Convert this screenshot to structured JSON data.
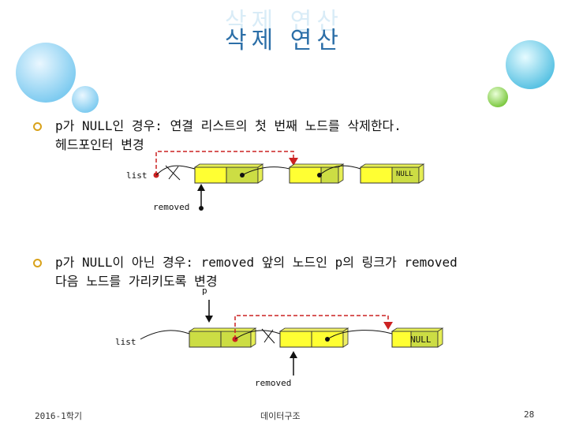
{
  "title": "삭제 연산",
  "bullets": [
    {
      "line1": "p가 NULL인 경우: 연결 리스트의 첫 번째 노드를 삭제한다.",
      "line2": "헤드포인터 변경"
    },
    {
      "line1": "p가 NULL이 아닌 경우: removed 앞의 노드인 p의 링크가 removed",
      "line2": "다음 노드를  가리키도록 변경"
    }
  ],
  "diagram1": {
    "list_label": "list",
    "removed_label": "removed",
    "null_label": "NULL"
  },
  "diagram2": {
    "list_label": "list",
    "removed_label": "removed",
    "null_label": "NULL",
    "p_label": "p"
  },
  "footer": {
    "left": "2016-1학기",
    "center": "데이터구조",
    "right": "28"
  },
  "colors": {
    "node_fill": "#ffff33",
    "node_fill_alt": "#ccdd44",
    "title": "#2c6fa8",
    "dashed_link": "#cc2222",
    "bullet": "#d9a21b"
  }
}
